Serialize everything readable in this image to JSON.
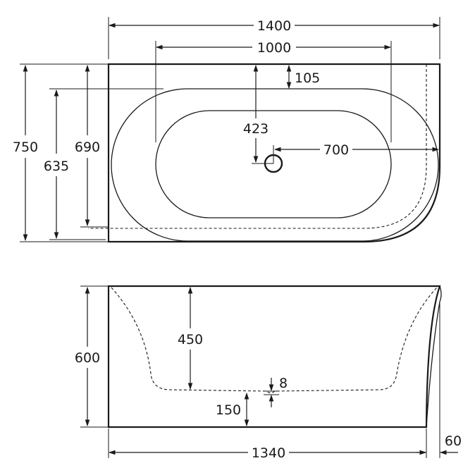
{
  "plan_view": {
    "dimensions": {
      "overall_length": "1400",
      "inner_length": "1000",
      "rim_to_inner": "105",
      "rim_to_drain": "423",
      "drain_to_end": "700",
      "overall_width": "750",
      "outer_width": "690",
      "inner_width": "635"
    }
  },
  "side_view": {
    "dimensions": {
      "inner_depth": "450",
      "overall_height": "600",
      "floor_offset": "8",
      "base_height": "150",
      "base_length": "1340",
      "end_offset": "60"
    }
  },
  "colors": {
    "line": "#1a1a1a",
    "background": "#ffffff"
  }
}
